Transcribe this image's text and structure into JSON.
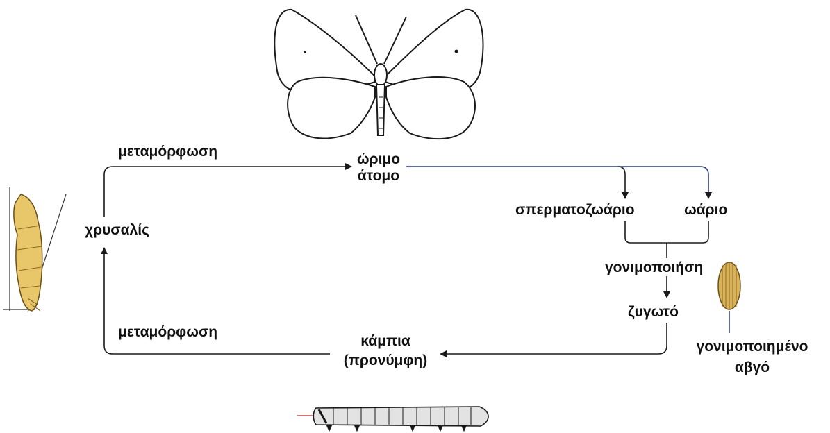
{
  "diagram": {
    "labels": {
      "metamorphosis_top": "μεταμόρφωση",
      "adult_line1": "ώριμο",
      "adult_line2": "άτομο",
      "sperm": "σπερματοζωάριο",
      "egg_cell": "ωάριο",
      "pupa": "χρυσαλίς",
      "fertilization": "γονιμοποιήση",
      "zygote": "ζυγωτό",
      "fertilized_egg_line1": "γονιμοποιημένο",
      "fertilized_egg_line2": "αβγό",
      "metamorphosis_bottom": "μεταμόρφωση",
      "larva_line1": "κάμπια",
      "larva_line2": "(προνύμφη)"
    },
    "colors": {
      "line": "#1a1a1a",
      "line_blue": "#2a3f7a",
      "pupa": "#e8c66a",
      "egg": "#d9b35a",
      "larva": "#e3e3e3"
    }
  }
}
